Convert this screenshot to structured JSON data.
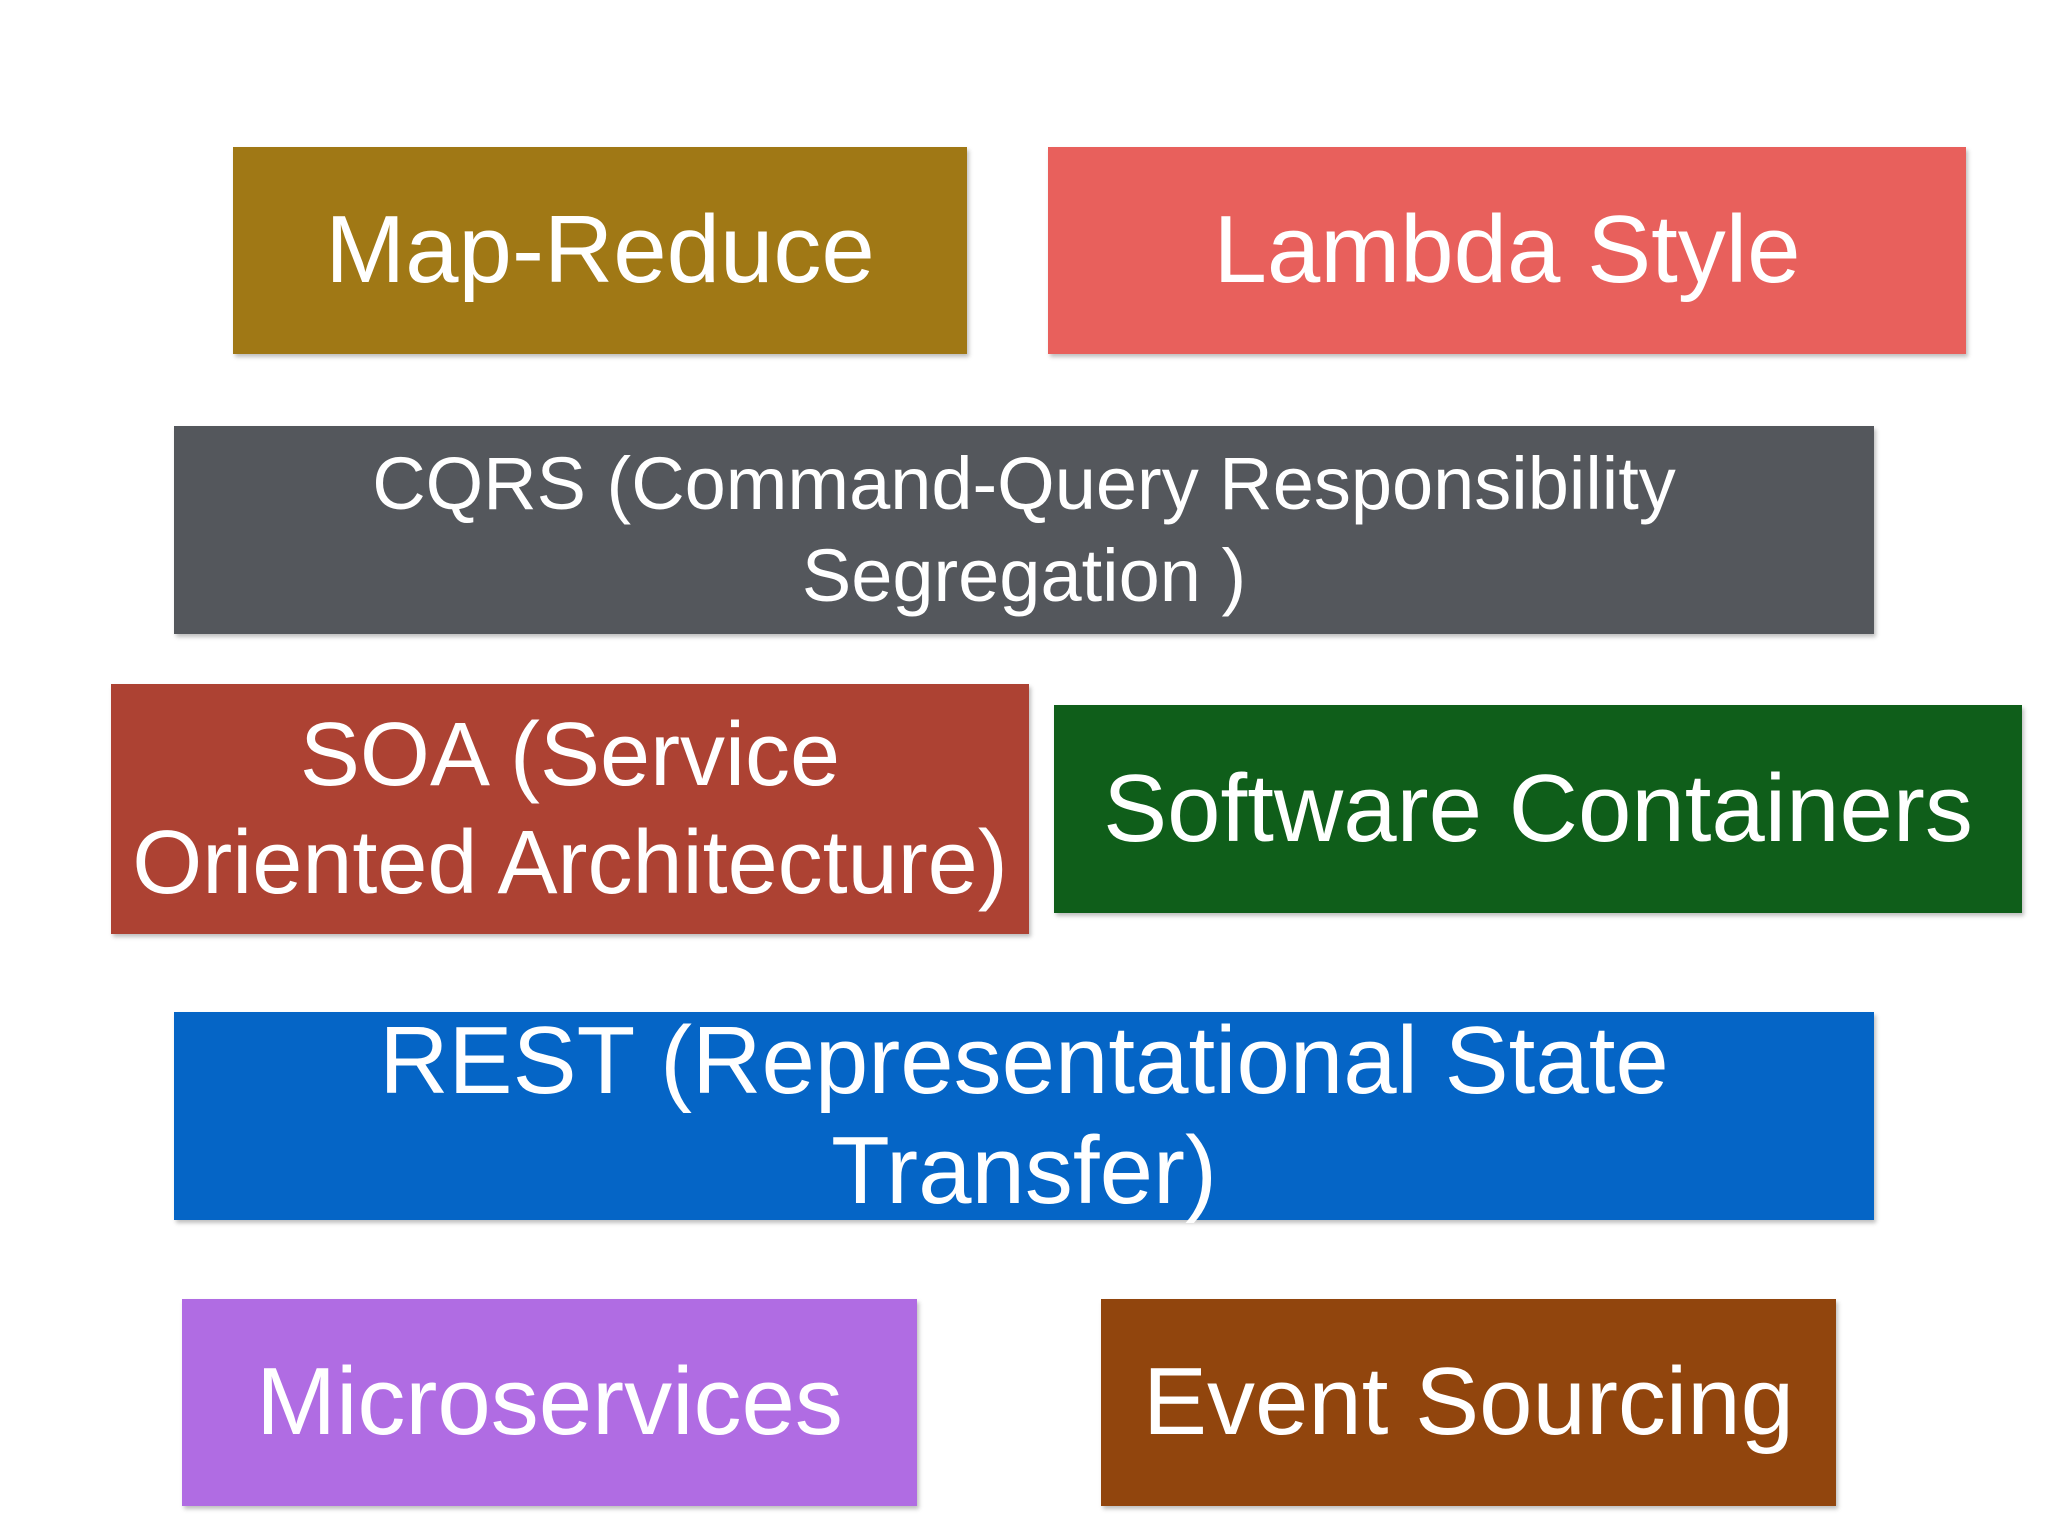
{
  "tiles": {
    "map_reduce": {
      "label": "Map-Reduce",
      "color": "#a07815"
    },
    "lambda_style": {
      "label": "Lambda Style",
      "color": "#e8605c"
    },
    "cqrs": {
      "label": "CQRS (Command-Query Responsibility Segregation )",
      "color": "#54575c"
    },
    "soa": {
      "label": "SOA (Service Oriented Architecture)",
      "color": "#ad4233"
    },
    "software_containers": {
      "label": "Software Containers",
      "color": "#0f5e1a"
    },
    "rest": {
      "label": "REST (Representational State Transfer)",
      "color": "#0565c6"
    },
    "microservices": {
      "label": "Microservices",
      "color": "#b06ce3"
    },
    "event_sourcing": {
      "label": "Event Sourcing",
      "color": "#91450d"
    }
  }
}
